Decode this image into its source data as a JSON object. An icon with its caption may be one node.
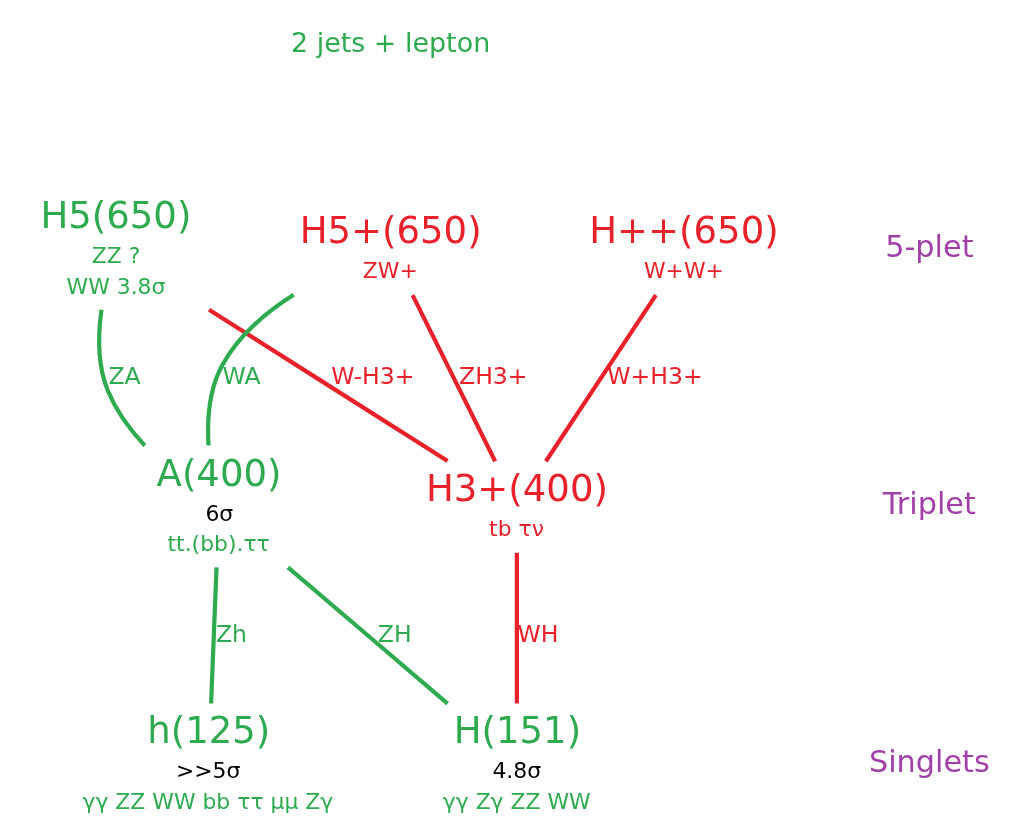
{
  "diagram": {
    "nodes": [
      {
        "text": [
          "H5(650)"
        ],
        "beside": [
          "ZZ ?",
          "WW 3.8σ"
        ]
      },
      {
        "text": [
          "H5+(650)"
        ],
        "beside": [
          "ZW+"
        ]
      },
      {
        "text": [
          "H++(650)"
        ],
        "beside": [
          "W+W+"
        ]
      },
      {
        "text": [
          "A(400)"
        ],
        "beside": [
          "6σ",
          "tt.(bb).ττ"
        ]
      },
      {
        "text": [
          "H3+(400)"
        ],
        "beside": [
          "tb τν"
        ]
      },
      {
        "text": [
          "h(125)"
        ],
        "beside": [
          ">>5σ",
          "γγ ZZ WW bb ττ μμ Zγ"
        ]
      },
      {
        "text": [
          "H(151)"
        ],
        "beside": [
          "4.8σ",
          "γγ Zγ ZZ WW"
        ]
      }
    ],
    "edges": [
      {
        "from": 0,
        "to": 3,
        "arrow": "none",
        "label": "ZA"
      },
      {
        "from": 1,
        "to": 3,
        "arrow": "none",
        "label": "WA"
      },
      {
        "from": 0,
        "to": 4,
        "arrow": "none",
        "label": "W-H3+",
        "color": "#e8212b"
      },
      {
        "from": 1,
        "to": 4,
        "arrow": "none",
        "label": "ZH3+",
        "color": "#e8212b"
      },
      {
        "from": 2,
        "to": 4,
        "arrow": "none",
        "label": "W+H3+",
        "color": "#e8212b"
      },
      {
        "from": 3,
        "to": 5,
        "arrow": "none",
        "label": "Zh"
      },
      {
        "from": 3,
        "to": 6,
        "arrow": "none",
        "label": "ZH"
      },
      {
        "from": 4,
        "to": 6,
        "arrow": "none",
        "label": "WH",
        "color": "#e8212b"
      }
    ],
    "labels": [
      "2 jets + lepton",
      "5-plet",
      "Triplet",
      "Singlets"
    ]
  }
}
